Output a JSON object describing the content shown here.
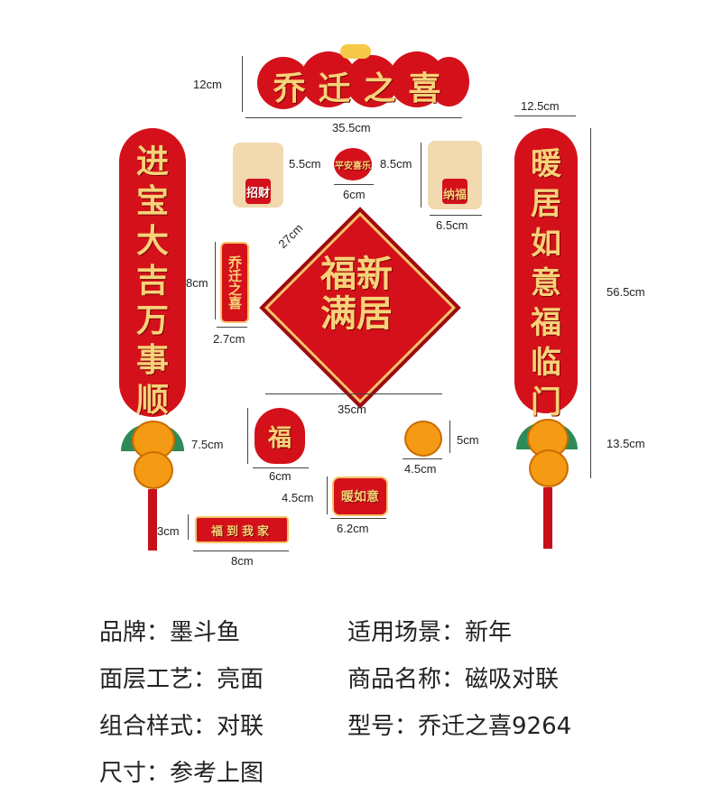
{
  "top_banner": {
    "text": "乔迁之喜",
    "height_label": "12cm",
    "width_label": "35.5cm"
  },
  "left_scroll": {
    "chars": [
      "进",
      "宝",
      "大",
      "吉",
      "万",
      "事",
      "顺"
    ]
  },
  "right_scroll": {
    "chars": [
      "暖",
      "居",
      "如",
      "意",
      "福",
      "临",
      "门"
    ],
    "width_label": "12.5cm",
    "height_label": "56.5cm",
    "pendant_label": "13.5cm"
  },
  "center_diamond": {
    "text_line1": "福新",
    "text_line2": "满居",
    "edge_label": "27cm",
    "width_label": "35cm"
  },
  "small_items": {
    "lion_left": {
      "text": "招财",
      "height_label": "5.5cm"
    },
    "apple": {
      "text": "平安喜乐",
      "width_label": "6cm",
      "height_label": "8.5cm"
    },
    "lion_right": {
      "text": "纳福",
      "width_label": "6.5cm"
    },
    "vertical_small": {
      "text": "乔迁之喜",
      "height_label": "8cm",
      "width_label": "2.7cm"
    },
    "fortune_bag": {
      "text": "福",
      "height_label": "7.5cm",
      "width_label": "6cm"
    },
    "orange_small": {
      "height_label": "5cm",
      "width_label": "4.5cm"
    },
    "square_sticker": {
      "text": "暖如意",
      "height_label": "4.5cm",
      "width_label": "6.2cm"
    },
    "horizontal_small": {
      "text": "福到我家",
      "height_label": "3cm",
      "width_label": "8cm"
    }
  },
  "specs": [
    [
      "品牌：墨斗鱼",
      "适用场景：新年"
    ],
    [
      "面层工艺：亮面",
      "商品名称：磁吸对联"
    ],
    [
      "组合样式：对联",
      "型号：乔迁之喜9264"
    ],
    [
      "尺寸：参考上图",
      ""
    ]
  ],
  "colors": {
    "red": "#d4111a",
    "gold": "#f7d27a",
    "orange": "#f59a14"
  }
}
